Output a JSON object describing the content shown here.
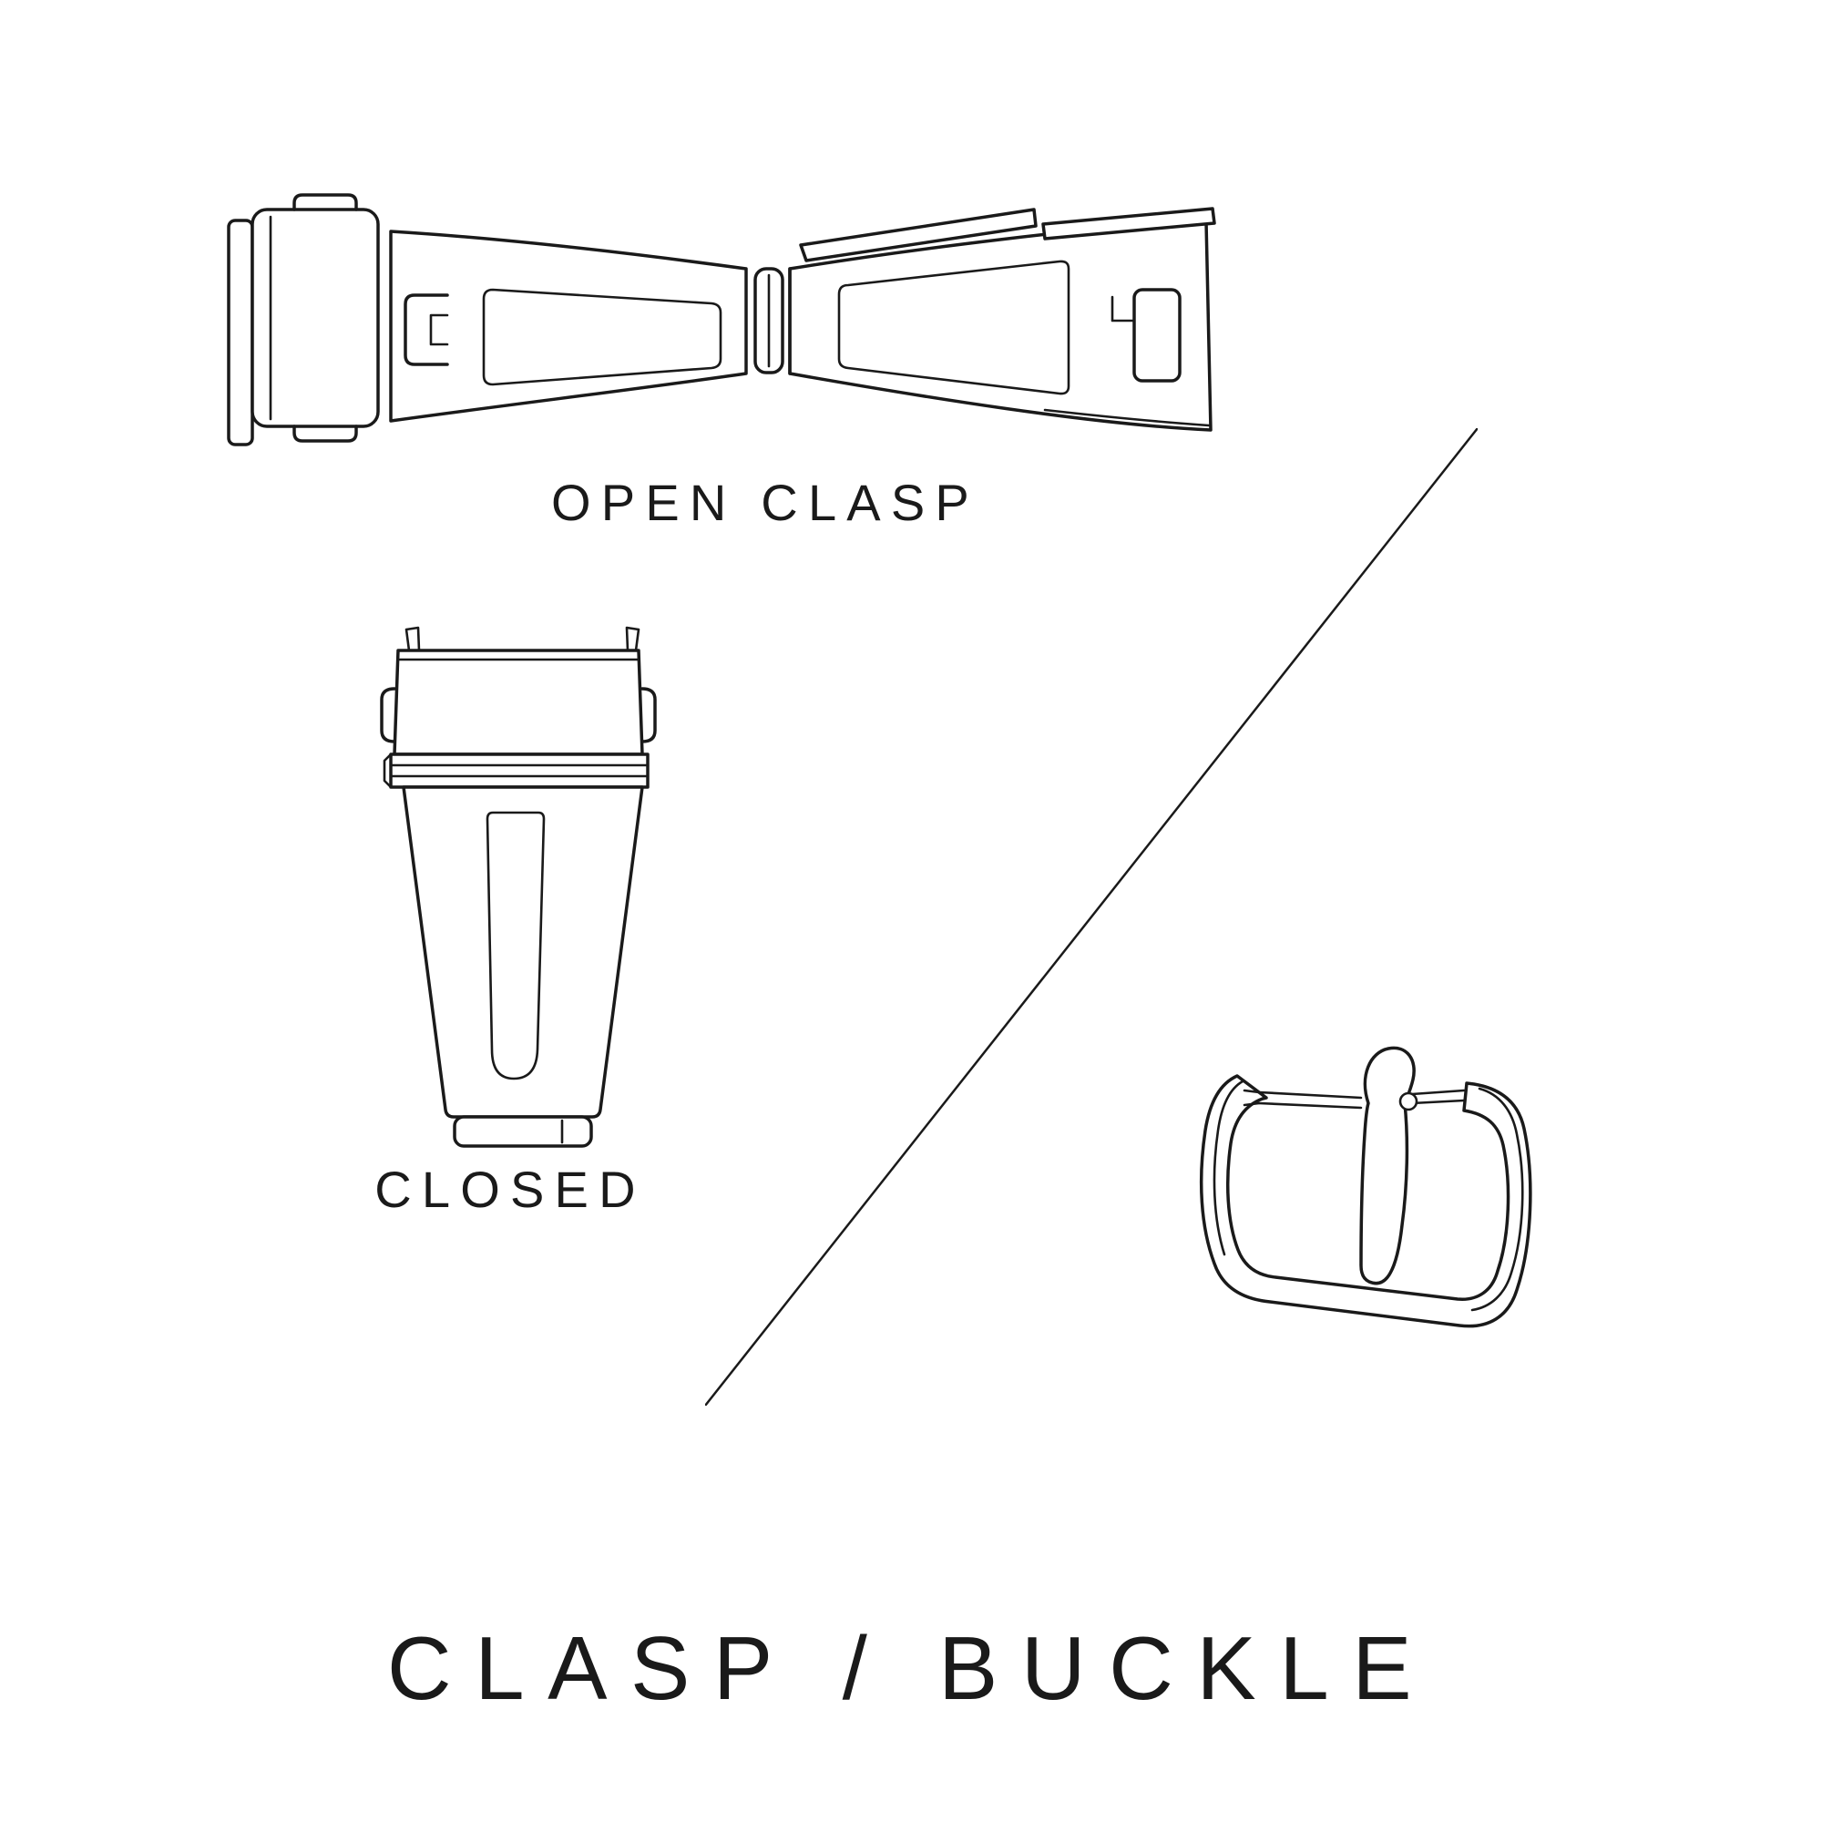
{
  "page": {
    "background": "#ffffff",
    "ink": "#1a1a1a"
  },
  "labels": {
    "open_clasp": "OPEN CLASP",
    "closed": "CLOSED",
    "title": "CLASP / BUCKLE"
  },
  "illustrations": {
    "open_clasp": "open-clasp-illustration",
    "closed_clasp": "closed-clasp-illustration",
    "pin_buckle": "pin-buckle-illustration",
    "divider": "diagonal-divider-line"
  }
}
